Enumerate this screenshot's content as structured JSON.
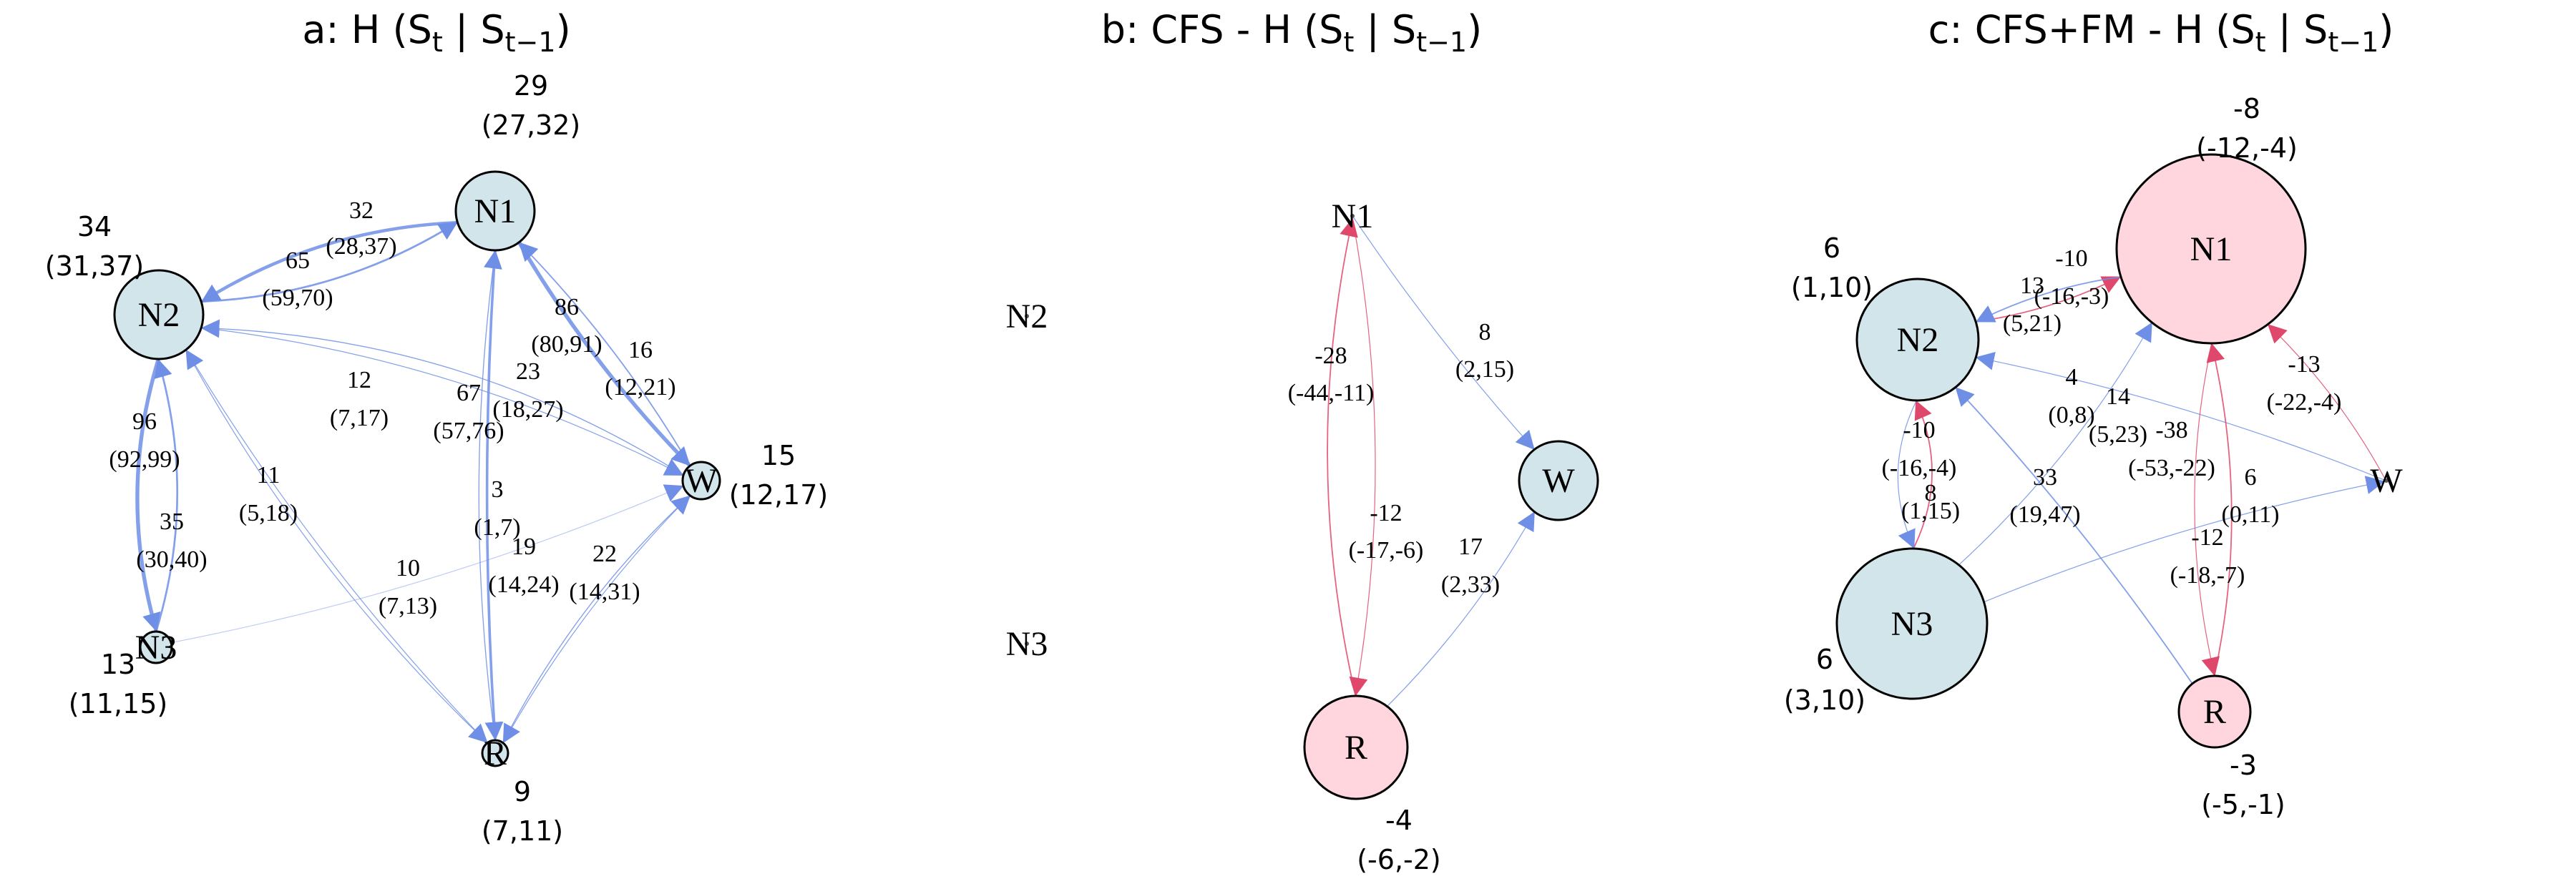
{
  "colors": {
    "node_blue": "#d1e5eb",
    "node_pink": "#ffd6dd",
    "edge_blue": "#6f8fe6",
    "edge_red": "#e0486b"
  },
  "panels": [
    {
      "id": "a",
      "title": {
        "prefix": "a: H (S",
        "sub1": "t",
        "mid": " | S",
        "sub2": "t−1",
        "suffix": ")"
      },
      "nodes": [
        {
          "id": "N1",
          "label": "N1",
          "fill": "blue",
          "value": "29",
          "ci": "(27,32)"
        },
        {
          "id": "N2",
          "label": "N2",
          "fill": "blue",
          "value": "34",
          "ci": "(31,37)"
        },
        {
          "id": "W",
          "label": "W",
          "fill": "blue",
          "value": "15",
          "ci": "(12,17)"
        },
        {
          "id": "N3",
          "label": "N3",
          "fill": "blue",
          "value": "13",
          "ci": "(11,15)"
        },
        {
          "id": "R",
          "label": "R",
          "fill": "blue",
          "value": "9",
          "ci": "(7,11)"
        }
      ],
      "edges": [
        {
          "from": "N2",
          "to": "N1",
          "value": "32",
          "ci": "(28,37)",
          "color": "blue",
          "weight": 3
        },
        {
          "from": "N1",
          "to": "N2",
          "value": "65",
          "ci": "(59,70)",
          "color": "blue",
          "weight": 5
        },
        {
          "from": "N1",
          "to": "W",
          "value": "86",
          "ci": "(80,91)",
          "color": "blue",
          "weight": 6
        },
        {
          "from": "W",
          "to": "N1",
          "value": "16",
          "ci": "(12,21)",
          "color": "blue",
          "weight": 2
        },
        {
          "from": "W",
          "to": "N2",
          "value": "12",
          "ci": "(7,17)",
          "color": "blue",
          "weight": 1.5
        },
        {
          "from": "N1",
          "to": "R",
          "value": "67",
          "ci": "(57,76)",
          "color": "blue",
          "weight": 4
        },
        {
          "from": "R",
          "to": "N1",
          "value": "23",
          "ci": "(18,27)",
          "color": "blue",
          "weight": 1.5
        },
        {
          "from": "N2",
          "to": "N3",
          "value": "96",
          "ci": "(92,99)",
          "color": "blue",
          "weight": 6
        },
        {
          "from": "N3",
          "to": "N2",
          "value": "35",
          "ci": "(30,40)",
          "color": "blue",
          "weight": 3
        },
        {
          "from": "R",
          "to": "N2",
          "value": "11",
          "ci": "(5,18)",
          "color": "blue",
          "weight": 1
        },
        {
          "from": "N3",
          "to": "W",
          "value": "3",
          "ci": "(1,7)",
          "color": "blue",
          "weight": 0.6
        },
        {
          "from": "N2",
          "to": "R",
          "value": "10",
          "ci": "(7,13)",
          "color": "blue",
          "weight": 1
        },
        {
          "from": "W",
          "to": "R",
          "value": "19",
          "ci": "(14,24)",
          "color": "blue",
          "weight": 1
        },
        {
          "from": "R",
          "to": "W",
          "value": "22",
          "ci": "(14,31)",
          "color": "blue",
          "weight": 1.5
        },
        {
          "from": "N2",
          "to": "W",
          "value": "",
          "ci": "",
          "color": "blue",
          "weight": 1
        }
      ]
    },
    {
      "id": "b",
      "title": {
        "prefix": "b: CFS - H (S",
        "sub1": "t",
        "mid": " | S",
        "sub2": "t−1",
        "suffix": ")"
      },
      "nodes": [
        {
          "id": "N1",
          "label": "N1",
          "fill": "blue",
          "value": "",
          "ci": ""
        },
        {
          "id": "N2",
          "label": "N2",
          "fill": "blue",
          "value": "",
          "ci": ""
        },
        {
          "id": "W",
          "label": "W",
          "fill": "blue",
          "value": "",
          "ci": ""
        },
        {
          "id": "N3",
          "label": "N3",
          "fill": "blue",
          "value": "",
          "ci": ""
        },
        {
          "id": "R",
          "label": "R",
          "fill": "pink",
          "value": "-4",
          "ci": "(-6,-2)"
        }
      ],
      "edges": [
        {
          "from": "R",
          "to": "N1",
          "value": "-28",
          "ci": "(-44,-11)",
          "color": "red",
          "weight": 2
        },
        {
          "from": "N1",
          "to": "R",
          "value": "-12",
          "ci": "(-17,-6)",
          "color": "red",
          "weight": 1
        },
        {
          "from": "N1",
          "to": "W",
          "value": "8",
          "ci": "(2,15)",
          "color": "blue",
          "weight": 1
        },
        {
          "from": "R",
          "to": "W",
          "value": "17",
          "ci": "(2,33)",
          "color": "blue",
          "weight": 1
        }
      ]
    },
    {
      "id": "c",
      "title": {
        "prefix": "c: CFS+FM - H (S",
        "sub1": "t",
        "mid": " | S",
        "sub2": "t−1",
        "suffix": ")"
      },
      "nodes": [
        {
          "id": "N1",
          "label": "N1",
          "fill": "pink",
          "value": "-8",
          "ci": "(-12,-4)"
        },
        {
          "id": "N2",
          "label": "N2",
          "fill": "blue",
          "value": "6",
          "ci": "(1,10)"
        },
        {
          "id": "W",
          "label": "W",
          "fill": "blue",
          "value": "",
          "ci": ""
        },
        {
          "id": "N3",
          "label": "N3",
          "fill": "blue",
          "value": "6",
          "ci": "(3,10)"
        },
        {
          "id": "R",
          "label": "R",
          "fill": "pink",
          "value": "-3",
          "ci": "(-5,-1)"
        }
      ],
      "edges": [
        {
          "from": "N2",
          "to": "N1",
          "value": "-10",
          "ci": "(-16,-3)",
          "color": "red",
          "weight": 2
        },
        {
          "from": "N1",
          "to": "N2",
          "value": "13",
          "ci": "(5,21)",
          "color": "blue",
          "weight": 2
        },
        {
          "from": "N3",
          "to": "N1",
          "value": "4",
          "ci": "(0,8)",
          "color": "blue",
          "weight": 1
        },
        {
          "from": "W",
          "to": "N2",
          "value": "14",
          "ci": "(5,23)",
          "color": "blue",
          "weight": 1
        },
        {
          "from": "W",
          "to": "N1",
          "value": "-13",
          "ci": "(-22,-4)",
          "color": "red",
          "weight": 1
        },
        {
          "from": "N3",
          "to": "N2",
          "value": "-10",
          "ci": "(-16,-4)",
          "color": "red",
          "weight": 2
        },
        {
          "from": "N2",
          "to": "N3",
          "value": "8",
          "ci": "(1,15)",
          "color": "blue",
          "weight": 1
        },
        {
          "from": "R",
          "to": "N2",
          "value": "33",
          "ci": "(19,47)",
          "color": "blue",
          "weight": 2
        },
        {
          "from": "R",
          "to": "N1",
          "value": "-38",
          "ci": "(-53,-22)",
          "color": "red",
          "weight": 2
        },
        {
          "from": "N3",
          "to": "W",
          "value": "6",
          "ci": "(0,11)",
          "color": "blue",
          "weight": 1
        },
        {
          "from": "N1",
          "to": "R",
          "value": "-12",
          "ci": "(-18,-7)",
          "color": "red",
          "weight": 1
        }
      ]
    }
  ]
}
